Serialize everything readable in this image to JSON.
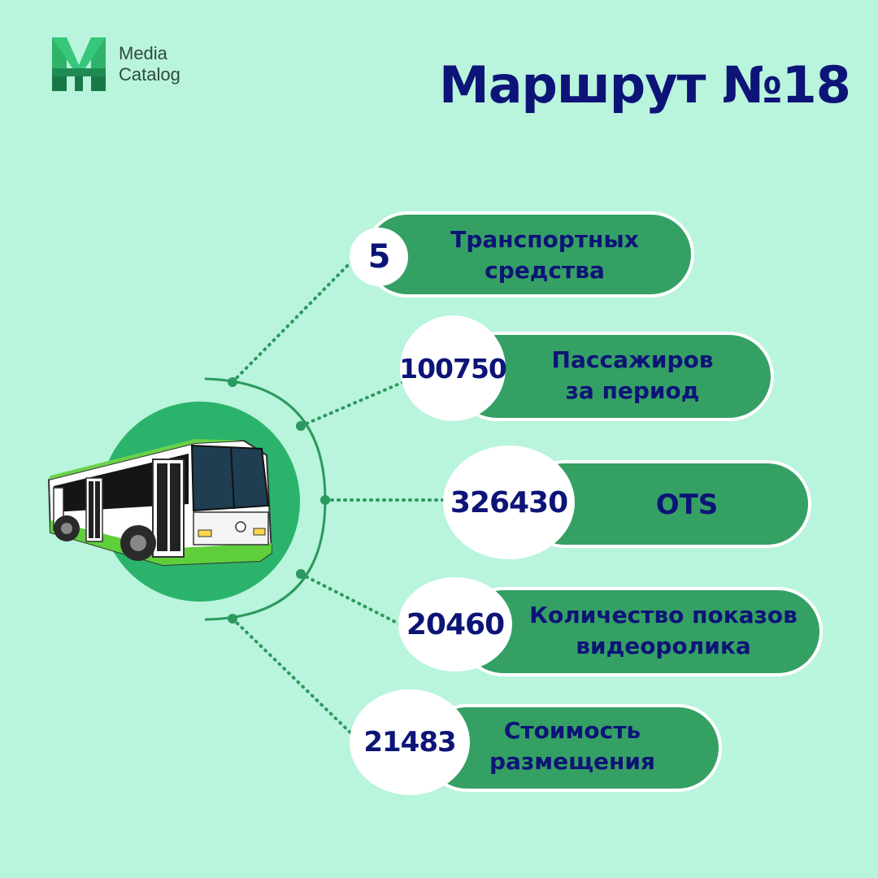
{
  "logo": {
    "line1": "Media",
    "line2": "Catalog"
  },
  "title": "Маршрут №18",
  "stats": [
    {
      "value": "5",
      "label": "Транспортных\nсредства"
    },
    {
      "value": "100750",
      "label": "Пассажиров\nза период"
    },
    {
      "value": "326430",
      "label": "OTS"
    },
    {
      "value": "20460",
      "label": "Количество показов\nвидеоролика"
    },
    {
      "value": "21483",
      "label": "Стоимость\nразмещения"
    }
  ],
  "colors": {
    "background": "#b9f4dc",
    "accent_green": "#35a064",
    "dark_green": "#2a9a5e",
    "navy": "#0d1477"
  }
}
